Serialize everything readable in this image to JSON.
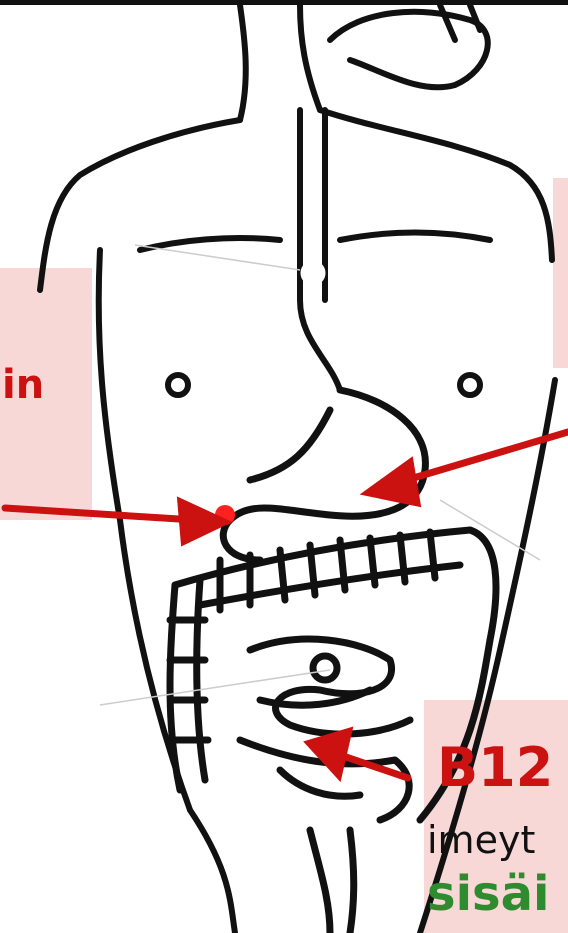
{
  "labels": {
    "left": {
      "text": "in"
    },
    "bottom_right": {
      "title": "B12",
      "line2": "imeyt",
      "line3": "sisäi"
    }
  },
  "colors": {
    "background": "#ffffff",
    "label_box": "#f8d7d7",
    "arrow": "#cc1111",
    "title_text": "#cc1111",
    "body_text": "#111111",
    "green_text": "#2e8b2e",
    "outline": "#111111"
  },
  "icons": [
    "torso-outline-drawing",
    "digestive-organs-drawing",
    "arrow"
  ]
}
